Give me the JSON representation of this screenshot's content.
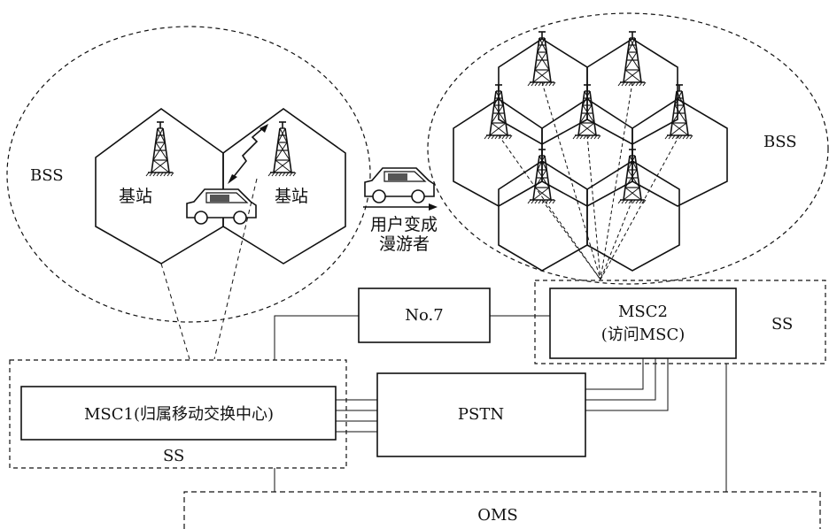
{
  "left_cluster": {
    "group_label": "BSS",
    "base_station_left": "基站",
    "base_station_right": "基站"
  },
  "roaming": {
    "line1": "用户变成",
    "line2": "漫游者"
  },
  "right_cluster": {
    "group_label": "BSS"
  },
  "boxes": {
    "no7": "No.7",
    "msc2_line1": "MSC2",
    "msc2_line2": "(访问MSC)",
    "msc1": "MSC1(归属移动交换中心)",
    "pstn": "PSTN",
    "oms": "OMS"
  },
  "subsystems": {
    "ss_right": "SS",
    "ss_left": "SS"
  },
  "colors": {
    "stroke": "#111111",
    "background": "#ffffff"
  }
}
